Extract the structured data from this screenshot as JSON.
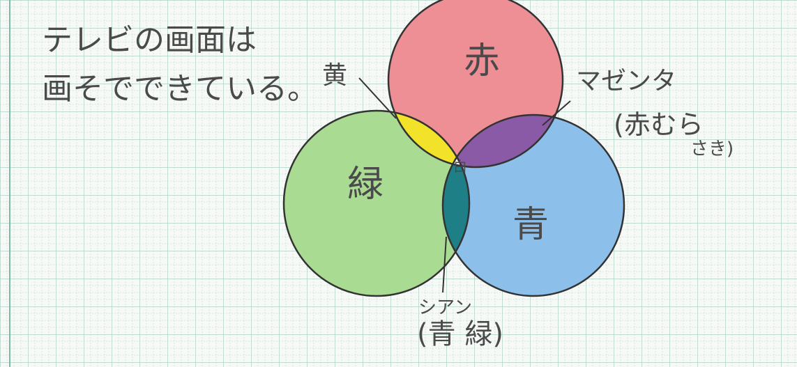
{
  "note": {
    "line1": "テレビの画面は",
    "line2": "画そでできている。"
  },
  "circles": {
    "red": {
      "label": "赤",
      "color": "#ee8f96"
    },
    "green": {
      "label": "緑",
      "color": "#a9dc92"
    },
    "blue": {
      "label": "青",
      "color": "#8cc0ea"
    }
  },
  "overlaps": {
    "yellow": {
      "label": "黄",
      "color": "#f2e22a"
    },
    "magenta": {
      "label": "マゼンタ",
      "sub1": "(赤むら",
      "sub2": "さき)",
      "color": "#8a5aa6"
    },
    "cyan": {
      "label": "シアン",
      "sub": "(青 緑)",
      "color": "#1e7f86"
    },
    "white": {
      "label": "白"
    }
  }
}
